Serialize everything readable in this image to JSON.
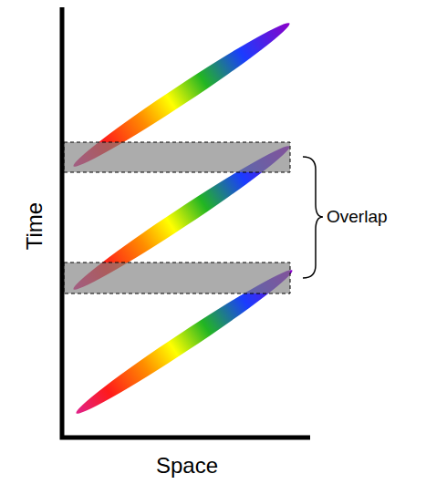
{
  "diagram": {
    "labels": [
      "Time",
      "Space",
      "Overlap"
    ]
  }
}
